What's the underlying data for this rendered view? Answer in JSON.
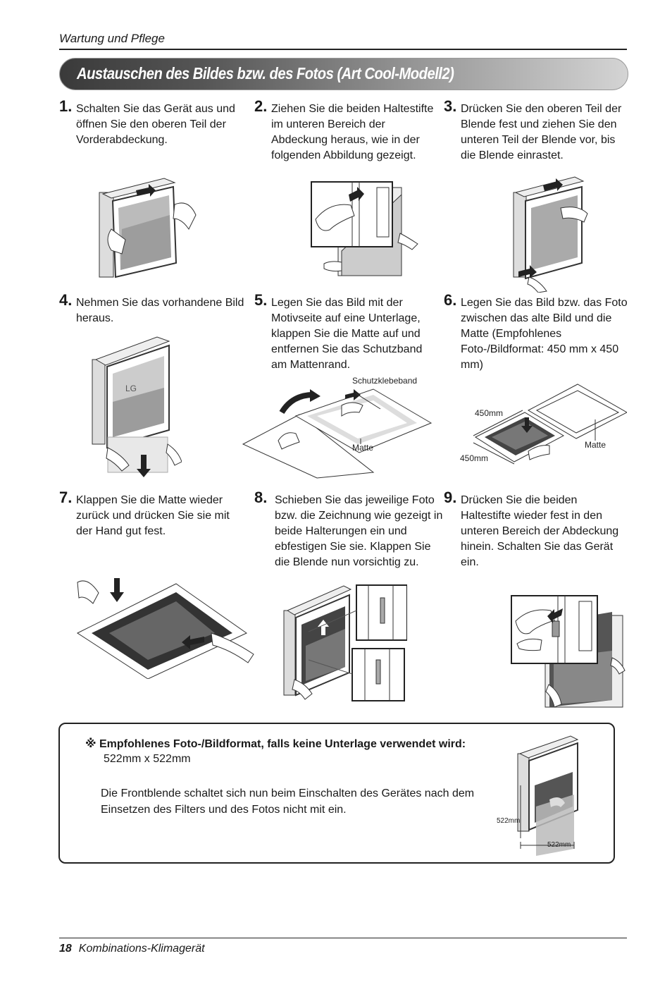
{
  "header": {
    "section": "Wartung und Pflege",
    "title": "Austauschen des Bildes bzw. des Fotos (Art Cool-Modell2)"
  },
  "steps": [
    {
      "num": "1.",
      "text": "Schalten Sie das Gerät aus und öffnen Sie den oberen Teil der Vorderabdeckung."
    },
    {
      "num": "2.",
      "text": "Ziehen Sie die beiden Haltestifte im unteren Bereich der Abdeckung heraus, wie in der folgenden Abbildung gezeigt."
    },
    {
      "num": "3.",
      "text": "Drücken Sie den oberen Teil der Blende fest und ziehen Sie den unteren Teil der Blende vor, bis die Blende einrastet."
    },
    {
      "num": "4.",
      "text": "Nehmen Sie das vorhandene Bild heraus."
    },
    {
      "num": "5.",
      "text": "Legen Sie das Bild mit der Motivseite auf eine Unterlage, klappen Sie die Matte auf und entfernen Sie das Schutzband am Mattenrand."
    },
    {
      "num": "6.",
      "text": "Legen Sie das Bild bzw. das Foto zwischen das alte Bild und die Matte (Empfohlenes Foto-/Bildformat: 450 mm x 450 mm)"
    },
    {
      "num": "7.",
      "text": "Klappen Sie die Matte wieder zurück und drücken Sie sie mit der Hand gut fest."
    },
    {
      "num": "8.",
      "text": "Schieben Sie das jeweilige Foto bzw. die Zeichnung wie gezeigt in beide Halterungen ein und ebfestigen Sie sie. Klappen Sie die Blende nun vorsichtig zu."
    },
    {
      "num": "9.",
      "text": "Drücken Sie die beiden Haltestifte wieder fest in den unteren Bereich der Abdeckung hinein. Schalten Sie das Gerät ein."
    }
  ],
  "figures": {
    "fig5": {
      "tape_label": "Schutzklebeband",
      "mat_label": "Matte"
    },
    "fig6": {
      "dim_top": "450mm",
      "dim_bottom": "450mm",
      "mat_label": "Matte"
    },
    "note_fig": {
      "dim_left": "522mm",
      "dim_bottom": "522mm"
    }
  },
  "note": {
    "heading": "※ Empfohlenes Foto-/Bildformat, falls keine Unterlage verwendet wird:",
    "size": "522mm x 522mm",
    "body": "Die Frontblende schaltet sich nun beim Einschalten des Gerätes nach dem Einsetzen des Filters und des Fotos nicht mit ein."
  },
  "footer": {
    "page": "18",
    "title": "Kombinations-Klimagerät"
  }
}
